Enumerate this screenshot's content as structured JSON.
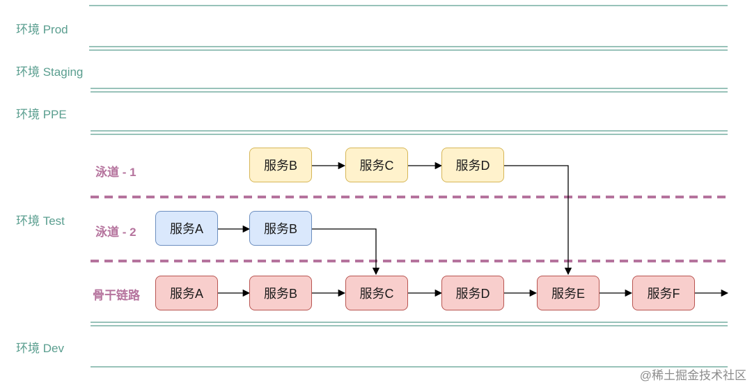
{
  "environments": {
    "prod": "环境 Prod",
    "staging": "环境 Staging",
    "ppe": "环境 PPE",
    "test": "环境 Test",
    "dev": "环境 Dev"
  },
  "lanes": {
    "lane1": "泳道 - 1",
    "lane2": "泳道 - 2",
    "backbone": "骨干链路"
  },
  "lane1_services": [
    "服务B",
    "服务C",
    "服务D"
  ],
  "lane2_services": [
    "服务A",
    "服务B"
  ],
  "backbone_services": [
    "服务A",
    "服务B",
    "服务C",
    "服务D",
    "服务E",
    "服务F"
  ],
  "colors": {
    "env_line": "#5a9e8f",
    "lane_divider": "#b5739d",
    "lane1_fill": "#fff2cc",
    "lane2_fill": "#dae8fc",
    "backbone_fill": "#f8cecc"
  },
  "watermark": "@稀土掘金技术社区"
}
